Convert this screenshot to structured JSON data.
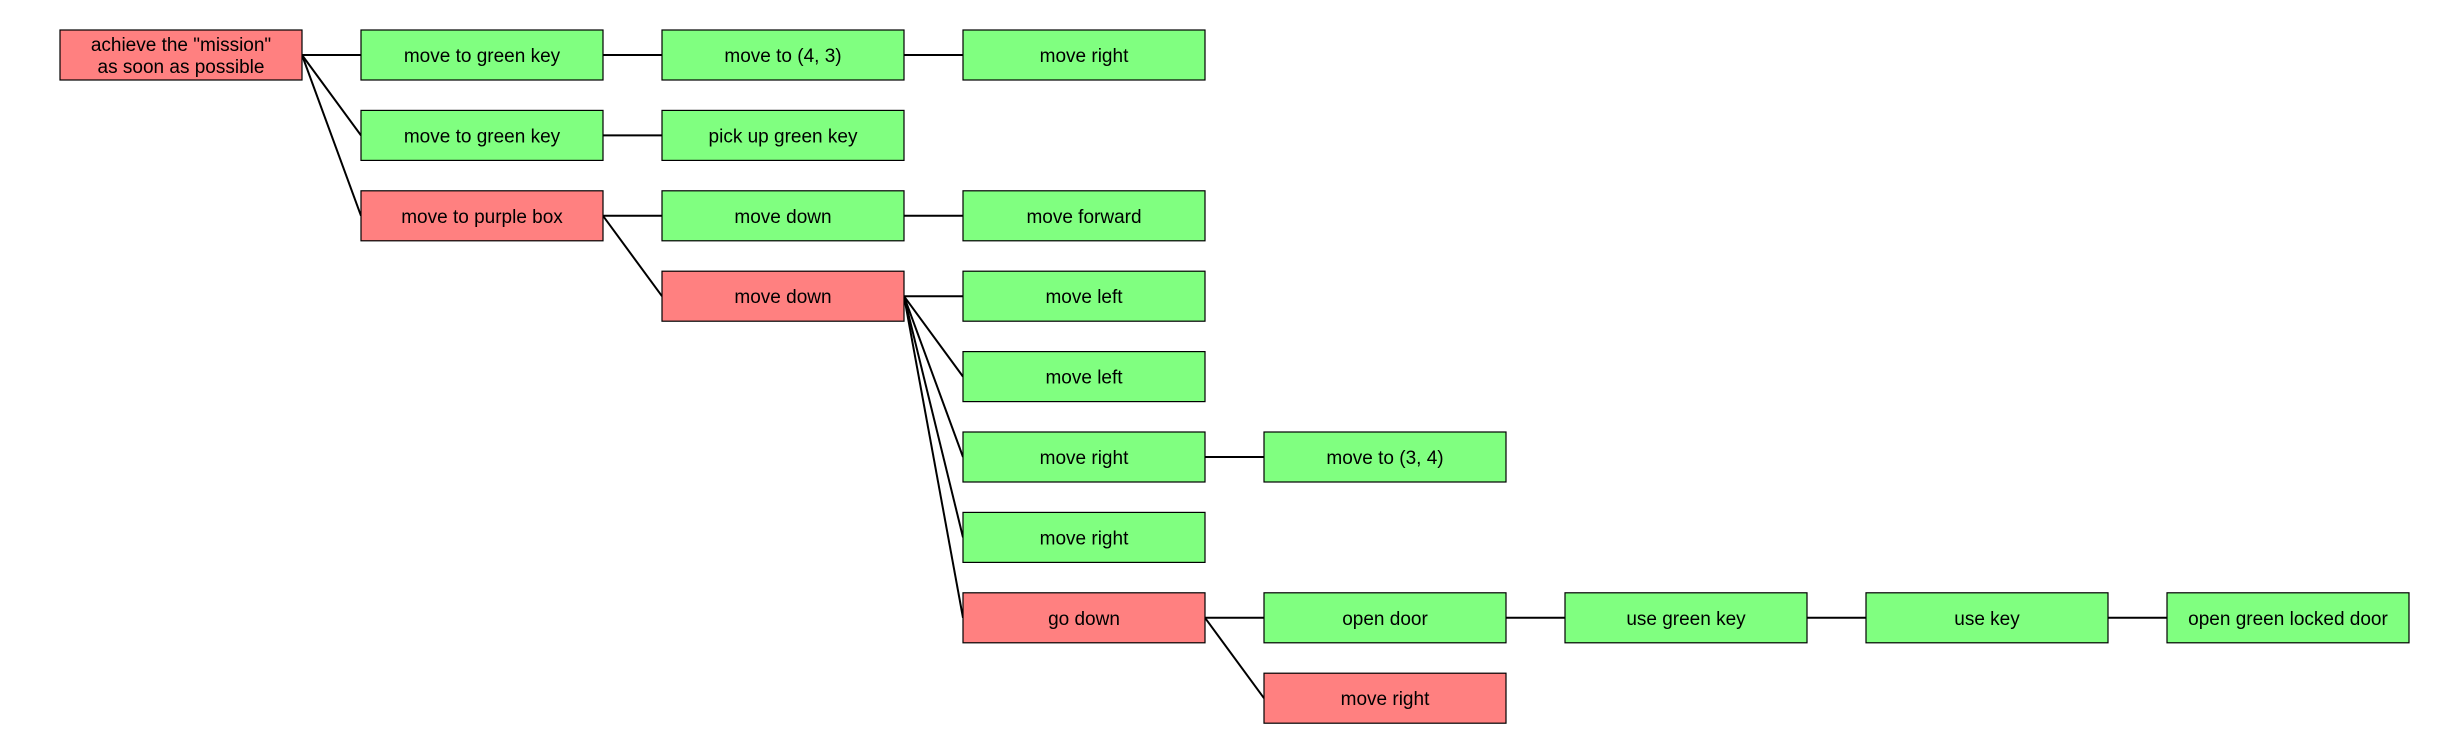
{
  "colors": {
    "success": "#80ff80",
    "failure": "#ff8080",
    "border": "#000000",
    "edge": "#000000"
  },
  "tree": {
    "nodes": [
      {
        "id": "root",
        "text": "achieve the \"mission\"\nas soon as possible",
        "status": "failure",
        "depth": 0,
        "row": 0
      },
      {
        "id": "n1",
        "text": "move to green key",
        "status": "success",
        "depth": 1,
        "row": 0
      },
      {
        "id": "n2",
        "text": "move to (4, 3)",
        "status": "success",
        "depth": 2,
        "row": 0
      },
      {
        "id": "n3",
        "text": "move right",
        "status": "success",
        "depth": 3,
        "row": 0
      },
      {
        "id": "n4",
        "text": "move to green key",
        "status": "success",
        "depth": 1,
        "row": 1
      },
      {
        "id": "n5",
        "text": "pick up green key",
        "status": "success",
        "depth": 2,
        "row": 1
      },
      {
        "id": "n6",
        "text": "move to purple box",
        "status": "failure",
        "depth": 1,
        "row": 2
      },
      {
        "id": "n7",
        "text": "move down",
        "status": "success",
        "depth": 2,
        "row": 2
      },
      {
        "id": "n8",
        "text": "move forward",
        "status": "success",
        "depth": 3,
        "row": 2
      },
      {
        "id": "n9",
        "text": "move down",
        "status": "failure",
        "depth": 2,
        "row": 3
      },
      {
        "id": "n10",
        "text": "move left",
        "status": "success",
        "depth": 3,
        "row": 3
      },
      {
        "id": "n11",
        "text": "move left",
        "status": "success",
        "depth": 3,
        "row": 4
      },
      {
        "id": "n12",
        "text": "move right",
        "status": "success",
        "depth": 3,
        "row": 5
      },
      {
        "id": "n13",
        "text": "move to (3, 4)",
        "status": "success",
        "depth": 4,
        "row": 5
      },
      {
        "id": "n14",
        "text": "move right",
        "status": "success",
        "depth": 3,
        "row": 6
      },
      {
        "id": "n15",
        "text": "go down",
        "status": "failure",
        "depth": 3,
        "row": 7
      },
      {
        "id": "n16",
        "text": "open door",
        "status": "success",
        "depth": 4,
        "row": 7
      },
      {
        "id": "n17",
        "text": "use green key",
        "status": "success",
        "depth": 5,
        "row": 7
      },
      {
        "id": "n18",
        "text": "use key",
        "status": "success",
        "depth": 6,
        "row": 7
      },
      {
        "id": "n19",
        "text": "open green locked door",
        "status": "success",
        "depth": 7,
        "row": 7
      },
      {
        "id": "n20",
        "text": "move right",
        "status": "failure",
        "depth": 4,
        "row": 8
      }
    ],
    "edges": [
      [
        "root",
        "n1"
      ],
      [
        "n1",
        "n2"
      ],
      [
        "n2",
        "n3"
      ],
      [
        "root",
        "n4"
      ],
      [
        "n4",
        "n5"
      ],
      [
        "root",
        "n6"
      ],
      [
        "n6",
        "n7"
      ],
      [
        "n7",
        "n8"
      ],
      [
        "n6",
        "n9"
      ],
      [
        "n9",
        "n10"
      ],
      [
        "n9",
        "n11"
      ],
      [
        "n9",
        "n12"
      ],
      [
        "n12",
        "n13"
      ],
      [
        "n9",
        "n14"
      ],
      [
        "n9",
        "n15"
      ],
      [
        "n15",
        "n16"
      ],
      [
        "n16",
        "n17"
      ],
      [
        "n17",
        "n18"
      ],
      [
        "n18",
        "n19"
      ],
      [
        "n15",
        "n20"
      ]
    ]
  }
}
